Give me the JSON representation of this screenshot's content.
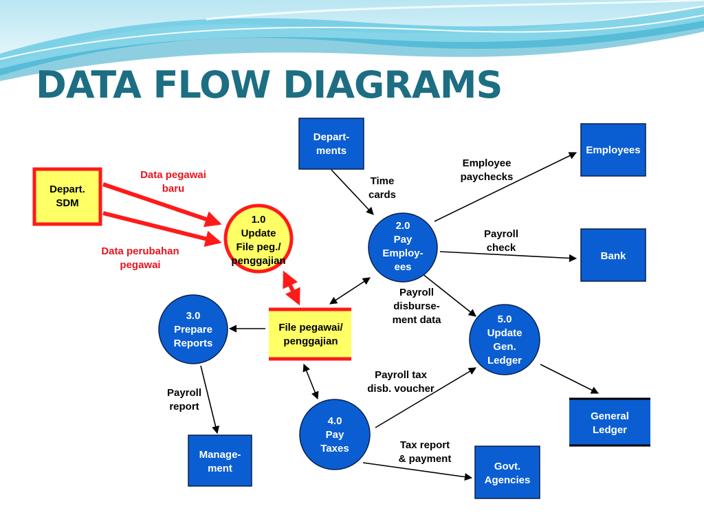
{
  "title": "DATA FLOW DIAGRAMS",
  "colors": {
    "title": "#1d6e82",
    "node_fill": "#0b5ed2",
    "node_stroke": "#0a1f4a",
    "highlight_fill": "#ffff66",
    "highlight_stroke": "#ff1a1a",
    "red_label": "#e8141e"
  },
  "nodes": {
    "depart_sdm": [
      "Depart.",
      "SDM"
    ],
    "p1": [
      "1.0",
      "Update",
      "File peg./",
      "penggajian"
    ],
    "departments": [
      "Depart-",
      "ments"
    ],
    "p2": [
      "2.0",
      "Pay",
      "Employ-",
      "ees"
    ],
    "employees": [
      "Employees"
    ],
    "bank": [
      "Bank"
    ],
    "p3": [
      "3.0",
      "Prepare",
      "Reports"
    ],
    "file_store": [
      "File pegawai/",
      "penggajian"
    ],
    "p4": [
      "4.0",
      "Pay",
      "Taxes"
    ],
    "p5": [
      "5.0",
      "Update",
      "Gen.",
      "Ledger"
    ],
    "general_ledger": [
      "General",
      "Ledger"
    ],
    "management": [
      "Manage-",
      "ment"
    ],
    "govt": [
      "Govt.",
      "Agencies"
    ]
  },
  "flows": {
    "data_pegawai_baru": [
      "Data pegawai",
      "baru"
    ],
    "data_perubahan": [
      "Data perubahan",
      "pegawai"
    ],
    "time_cards": [
      "Time",
      "cards"
    ],
    "employee_paychecks": [
      "Employee",
      "paychecks"
    ],
    "payroll_check": [
      "Payroll",
      "check"
    ],
    "payroll_disbursement": [
      "Payroll",
      "disburse-",
      "ment data"
    ],
    "payroll_tax_voucher": [
      "Payroll tax",
      "disb. voucher"
    ],
    "payroll_report": [
      "Payroll",
      "report"
    ],
    "tax_report": [
      "Tax report",
      "& payment"
    ]
  }
}
